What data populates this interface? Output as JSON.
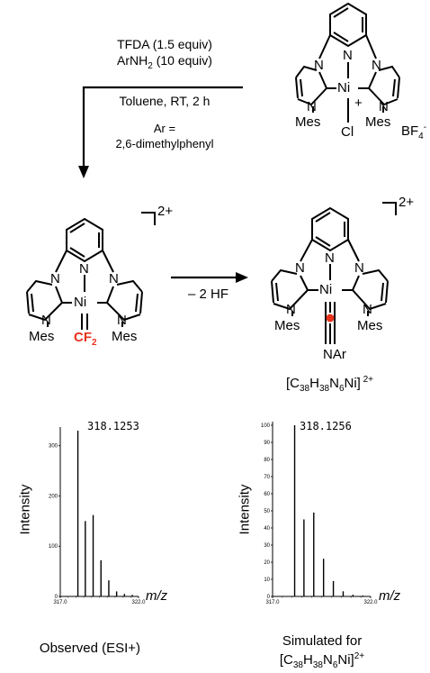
{
  "reaction": {
    "conditions": {
      "reagent1": "TFDA (1.5 equiv)",
      "reagent2_pre": "ArNH",
      "reagent2_sub": "2",
      "reagent2_post": " (10 equiv)",
      "solvent": "Toluene, RT, 2 h",
      "ar_def1": "Ar =",
      "ar_def2": "2,6-dimethylphenyl"
    },
    "starting_material": {
      "atoms": {
        "N_py": "N",
        "N_a": "N",
        "N_b": "N",
        "N_c": "N",
        "N_d": "N",
        "metal": "Ni",
        "plus": "+",
        "ligand": "Cl",
        "mes_left": "Mes",
        "mes_right": "Mes"
      },
      "counterion_pre": "BF",
      "counterion_sub": "4",
      "counterion_sup": "-"
    },
    "intermediate": {
      "atoms": {
        "N_py": "N",
        "N_a": "N",
        "N_b": "N",
        "N_c": "N",
        "N_d": "N",
        "metal": "Ni",
        "mes_left": "Mes",
        "mes_right": "Mes"
      },
      "ligand_pre": "CF",
      "ligand_sub": "2",
      "charge": "2+"
    },
    "step2_label": "– 2 HF",
    "product": {
      "atoms": {
        "N_py": "N",
        "N_a": "N",
        "N_b": "N",
        "N_c": "N",
        "N_d": "N",
        "metal": "Ni",
        "mes_left": "Mes",
        "mes_right": "Mes",
        "ligand": "NAr"
      },
      "charge": "2+",
      "formula": {
        "p1": "[C",
        "s1": "38",
        "p2": "H",
        "s2": "38",
        "p3": "N",
        "s3": "6",
        "p4": "Ni]",
        "sup": " 2+"
      }
    }
  },
  "spectra": [
    {
      "caption": "Observed (ESI+)",
      "peak_label": "318.1253",
      "ylabel": "Intensity",
      "xlabel": "m/z",
      "y_ticks": [
        "0",
        "100",
        "200",
        "300"
      ],
      "x_ticks": [
        "317.0",
        "322.0"
      ]
    },
    {
      "caption_line1": "Simulated for",
      "formula": {
        "p1": "[C",
        "s1": "38",
        "p2": "H",
        "s2": "38",
        "p3": "N",
        "s3": "6",
        "p4": "Ni]",
        "sup": "2+"
      },
      "peak_label": "318.1256",
      "ylabel": "Intensity",
      "xlabel": "m/z",
      "y_ticks": [
        "0",
        "10",
        "20",
        "30",
        "40",
        "50",
        "60",
        "70",
        "80",
        "90",
        "100"
      ],
      "x_ticks": [
        "317.0",
        "322.0"
      ]
    }
  ],
  "chart_data": [
    {
      "type": "bar",
      "title": "Observed (ESI+)",
      "xlabel": "m/z",
      "ylabel": "Intensity",
      "xlim": [
        317.0,
        322.0
      ],
      "ylim": [
        0,
        330
      ],
      "x": [
        318.1253,
        318.6,
        319.1,
        319.6,
        320.1,
        320.6,
        321.1,
        321.6
      ],
      "values": [
        330,
        150,
        162,
        72,
        32,
        10,
        5,
        3
      ]
    },
    {
      "type": "bar",
      "title": "Simulated for [C38H38N6Ni]2+",
      "xlabel": "m/z",
      "ylabel": "Intensity",
      "xlim": [
        317.0,
        322.0
      ],
      "ylim": [
        0,
        100
      ],
      "x": [
        318.1256,
        318.6,
        319.1,
        319.6,
        320.1,
        320.6,
        321.1,
        321.6
      ],
      "values": [
        100,
        45,
        49,
        22,
        9,
        3,
        1,
        0.5
      ]
    }
  ]
}
